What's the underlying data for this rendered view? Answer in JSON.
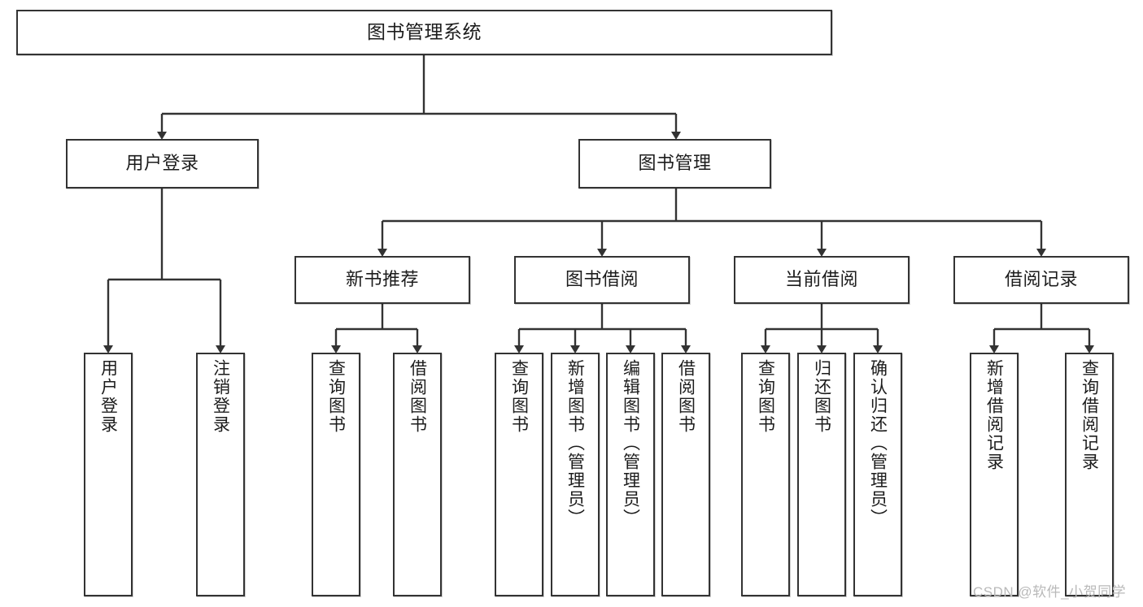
{
  "diagram": {
    "title": "图书管理系统",
    "type": "tree-hierarchy",
    "watermark": "CSDN @软件_小贺同学",
    "line_color": "#333333",
    "box_fill": "#ffffff",
    "text_color": "#1c1c1c",
    "root": {
      "label": "图书管理系统"
    },
    "level1": [
      {
        "label": "用户登录"
      },
      {
        "label": "图书管理"
      }
    ],
    "level2": [
      {
        "label": "新书推荐"
      },
      {
        "label": "图书借阅"
      },
      {
        "label": "当前借阅"
      },
      {
        "label": "借阅记录"
      }
    ],
    "leaves": {
      "user_login": [
        {
          "label": "用户登录"
        },
        {
          "label": "注销登录"
        }
      ],
      "new_book": [
        {
          "label": "查询图书"
        },
        {
          "label": "借阅图书"
        }
      ],
      "book_borrow": [
        {
          "label": "查询图书"
        },
        {
          "label": "新增图书（管理员）"
        },
        {
          "label": "编辑图书（管理员）"
        },
        {
          "label": "借阅图书"
        }
      ],
      "current_borrow": [
        {
          "label": "查询图书"
        },
        {
          "label": "归还图书"
        },
        {
          "label": "确认归还（管理员）"
        }
      ],
      "borrow_record": [
        {
          "label": "新增借阅记录"
        },
        {
          "label": "查询借阅记录"
        }
      ]
    }
  }
}
